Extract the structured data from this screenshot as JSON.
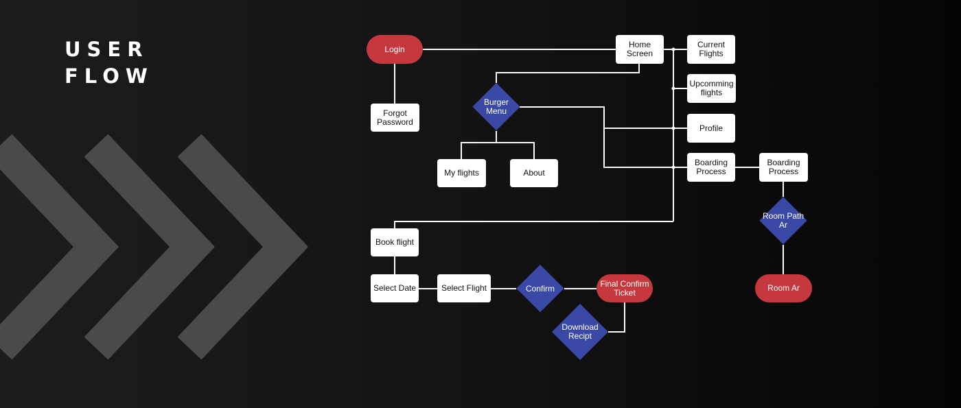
{
  "title": {
    "line1": "USER",
    "line2": "FLOW"
  },
  "colors": {
    "background": "#141414",
    "chevron": "#4a4a4a",
    "connector": "#ffffff",
    "box": "#ffffff",
    "terminal": "#c5383d",
    "decision": "#3a48a6"
  },
  "nodes": {
    "login": {
      "label": "Login",
      "shape": "terminal"
    },
    "forgot_password": {
      "label": "Forgot Password",
      "shape": "process"
    },
    "home_screen": {
      "label": "Home Screen",
      "shape": "process"
    },
    "current_flights": {
      "label": "Current Flights",
      "shape": "process"
    },
    "upcoming_flights": {
      "label": "Upcomming flights",
      "shape": "process"
    },
    "profile": {
      "label": "Profile",
      "shape": "process"
    },
    "boarding_process": {
      "label": "Boarding Process",
      "shape": "process"
    },
    "boarding_process_2": {
      "label": "Boarding Process",
      "shape": "process"
    },
    "burger_menu": {
      "label": "Burger Menu",
      "shape": "decision"
    },
    "my_flights": {
      "label": "My flights",
      "shape": "process"
    },
    "about": {
      "label": "About",
      "shape": "process"
    },
    "room_path_ar": {
      "label": "Room Path Ar",
      "shape": "decision"
    },
    "room_ar": {
      "label": "Room Ar",
      "shape": "terminal"
    },
    "book_flight": {
      "label": "Book flight",
      "shape": "process"
    },
    "select_date": {
      "label": "Select Date",
      "shape": "process"
    },
    "select_flight": {
      "label": "Select Flight",
      "shape": "process"
    },
    "confirm": {
      "label": "Confirm",
      "shape": "decision"
    },
    "final_confirm_ticket": {
      "label": "Final Confirm Ticket",
      "shape": "terminal"
    },
    "download_recipt": {
      "label": "Download Recipt",
      "shape": "decision"
    }
  },
  "edges": [
    [
      "login",
      "home_screen"
    ],
    [
      "login",
      "forgot_password"
    ],
    [
      "home_screen",
      "burger_menu"
    ],
    [
      "home_screen",
      "current_flights"
    ],
    [
      "home_screen",
      "upcoming_flights"
    ],
    [
      "home_screen",
      "profile"
    ],
    [
      "home_screen",
      "boarding_process"
    ],
    [
      "home_screen",
      "book_flight"
    ],
    [
      "burger_menu",
      "profile"
    ],
    [
      "burger_menu",
      "boarding_process"
    ],
    [
      "burger_menu",
      "my_flights"
    ],
    [
      "burger_menu",
      "about"
    ],
    [
      "boarding_process",
      "boarding_process_2"
    ],
    [
      "boarding_process_2",
      "room_path_ar"
    ],
    [
      "room_path_ar",
      "room_ar"
    ],
    [
      "book_flight",
      "select_date"
    ],
    [
      "select_date",
      "select_flight"
    ],
    [
      "select_flight",
      "confirm"
    ],
    [
      "confirm",
      "final_confirm_ticket"
    ],
    [
      "final_confirm_ticket",
      "download_recipt"
    ]
  ]
}
